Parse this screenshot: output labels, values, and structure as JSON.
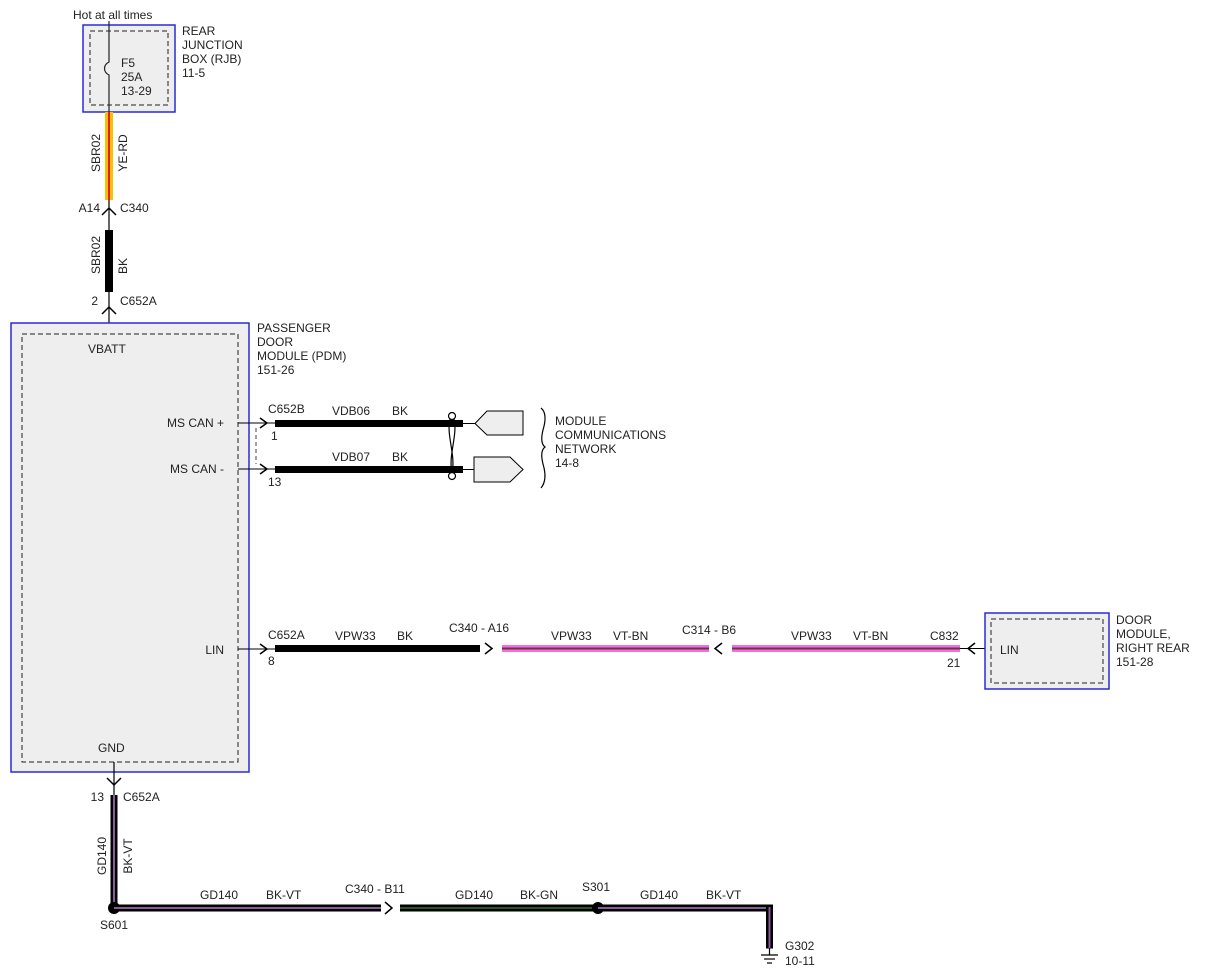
{
  "colors": {
    "module_border": "#2a2ad6",
    "module_fill": "#eeeeee",
    "wire_black": "#000000",
    "wire_yellow": "#f5c200",
    "wire_red": "#e02020",
    "wire_pink": "#f06cf0",
    "wire_violet": "#8a5a9c",
    "wire_green": "#2a8a2a"
  },
  "rjb": {
    "hot_label": "Hot at all times",
    "name_lines": [
      "REAR",
      "JUNCTION",
      "BOX (RJB)",
      "11-5"
    ],
    "fuse_lines": [
      "F5",
      "25A",
      "13-29"
    ]
  },
  "feed_upper": {
    "circuit": "SBR02",
    "color": "YE-RD"
  },
  "conn_c340_a14": {
    "pin": "A14",
    "name": "C340"
  },
  "feed_lower": {
    "circuit": "SBR02",
    "color": "BK"
  },
  "conn_pdm_top": {
    "pin": "2",
    "name": "C652A"
  },
  "pdm": {
    "name_lines": [
      "PASSENGER",
      "DOOR",
      "MODULE (PDM)",
      "151-26"
    ],
    "vbatt": "VBATT",
    "ms_can_plus": "MS CAN +",
    "ms_can_minus": "MS CAN -",
    "lin": "LIN",
    "gnd": "GND"
  },
  "can_plus": {
    "connector": "C652B",
    "pin": "1",
    "circuit": "VDB06",
    "color": "BK"
  },
  "can_minus": {
    "pin": "13",
    "circuit": "VDB07",
    "color": "BK"
  },
  "network_lines": [
    "MODULE",
    "COMMUNICATIONS",
    "NETWORK",
    "14-8"
  ],
  "lin_run": {
    "start_connector": "C652A",
    "start_pin": "8",
    "seg1": {
      "circuit": "VPW33",
      "color": "BK"
    },
    "inline1": "C340  -  A16",
    "seg2": {
      "circuit": "VPW33",
      "color": "VT-BN"
    },
    "inline2": "C314  -  B6",
    "seg3": {
      "circuit": "VPW33",
      "color": "VT-BN"
    },
    "end_connector": "C832",
    "end_pin": "21"
  },
  "dmrr": {
    "lin": "LIN",
    "name_lines": [
      "DOOR",
      "MODULE,",
      "RIGHT REAR",
      "151-28"
    ]
  },
  "ground_conn": {
    "pin": "13",
    "name": "C652A"
  },
  "ground_vertical": {
    "circuit": "GD140",
    "color": "BK-VT"
  },
  "ground_run": {
    "splice1": "S601",
    "seg1": {
      "circuit": "GD140",
      "color": "BK-VT"
    },
    "inline": "C340  -  B11",
    "seg2": {
      "circuit": "GD140",
      "color": "BK-GN"
    },
    "splice2": "S301",
    "seg3": {
      "circuit": "GD140",
      "color": "BK-VT"
    },
    "ground_name": "G302",
    "ground_ref": "10-11"
  }
}
